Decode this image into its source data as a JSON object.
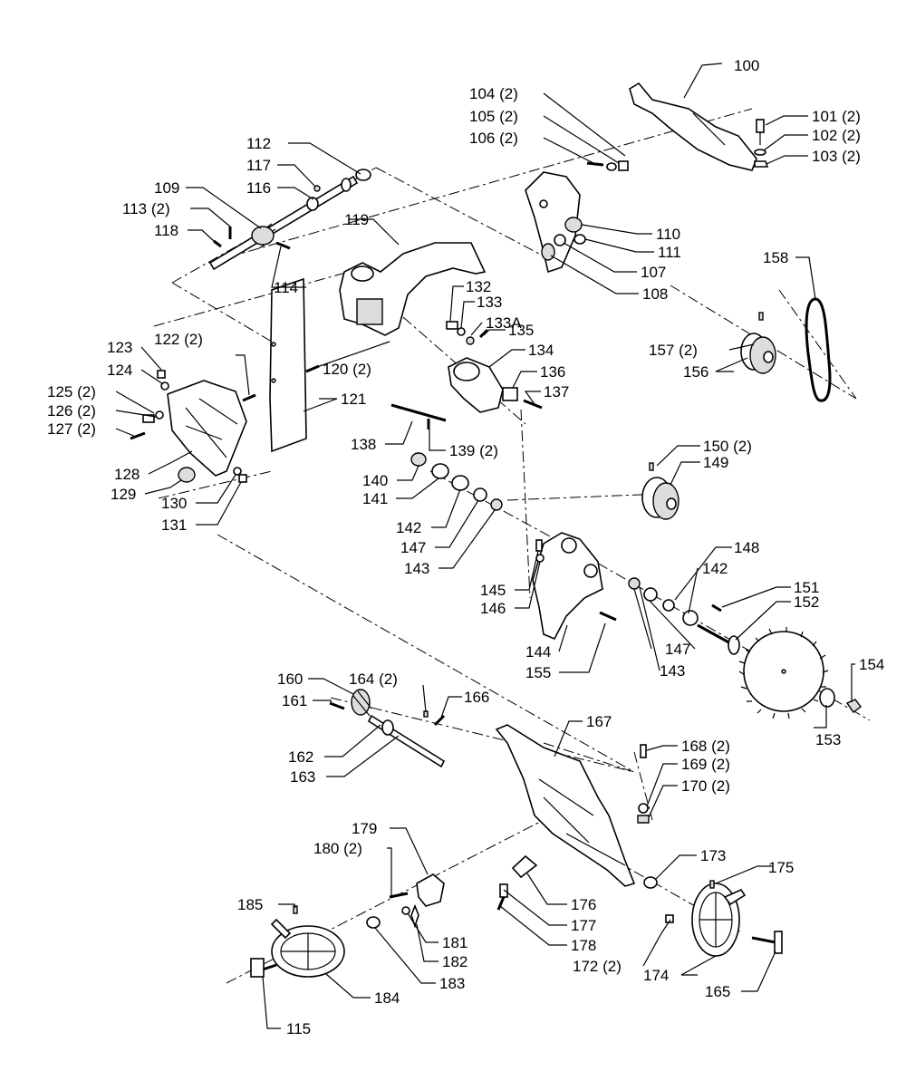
{
  "labels": {
    "p100": "100",
    "p101": "101 (2)",
    "p102": "102 (2)",
    "p103": "103 (2)",
    "p104": "104 (2)",
    "p105": "105 (2)",
    "p106": "106 (2)",
    "p107": "107",
    "p108": "108",
    "p109": "109",
    "p110": "110",
    "p111": "111",
    "p112": "112",
    "p113": "113 (2)",
    "p114": "114",
    "p115": "115",
    "p116": "116",
    "p117": "117",
    "p118": "118",
    "p119": "119",
    "p120": "120 (2)",
    "p121": "121",
    "p122": "122 (2)",
    "p123": "123",
    "p124": "124",
    "p125": "125 (2)",
    "p126": "126 (2)",
    "p127": "127 (2)",
    "p128": "128",
    "p129": "129",
    "p130": "130",
    "p131": "131",
    "p132": "132",
    "p133": "133",
    "p133A": "133A",
    "p134": "134",
    "p135": "135",
    "p136": "136",
    "p137": "137",
    "p138": "138",
    "p139": "139 (2)",
    "p140": "140",
    "p141": "141",
    "p142a": "142",
    "p142b": "142",
    "p143a": "143",
    "p143b": "143",
    "p144": "144",
    "p145": "145",
    "p146": "146",
    "p147a": "147",
    "p147b": "147",
    "p148": "148",
    "p149": "149",
    "p150": "150 (2)",
    "p151": "151",
    "p152": "152",
    "p153": "153",
    "p154": "154",
    "p155": "155",
    "p156": "156",
    "p157": "157 (2)",
    "p158": "158",
    "p160": "160",
    "p161": "161",
    "p162": "162",
    "p163": "163",
    "p164": "164 (2)",
    "p165": "165",
    "p166": "166",
    "p167": "167",
    "p168": "168 (2)",
    "p169": "169 (2)",
    "p170": "170 (2)",
    "p172": "172 (2)",
    "p173": "173",
    "p174": "174",
    "p175": "175",
    "p176": "176",
    "p177": "177",
    "p178": "178",
    "p179": "179",
    "p180": "180 (2)",
    "p181": "181",
    "p182": "182",
    "p183": "183",
    "p184": "184",
    "p185": "185"
  }
}
